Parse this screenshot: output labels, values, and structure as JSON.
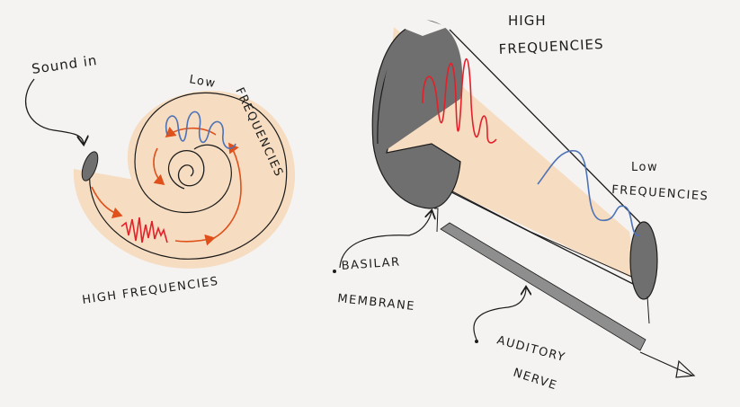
{
  "labels": {
    "sound_in": "Sound in",
    "low_freq_line1": "Low",
    "low_freq_line2": "FREQUENCIES",
    "high_freq_cochlea": "HIGH FREQUENCIES",
    "high_freq_top_line1": "HIGH",
    "high_freq_top_line2": "FREQUENCIES",
    "low_freq_right_line1": "Low",
    "low_freq_right_line2": "FREQUENCIES",
    "basilar_line1": "BASILAR",
    "basilar_line2": "MEMBRANE",
    "auditory_line1": "AUDITORY",
    "auditory_line2": "NERVE"
  },
  "colors": {
    "background": "#f4f3f1",
    "tissue": "#f6dcc0",
    "tissue_light": "#f7e1c8",
    "gray_oval": "#6f6f6f",
    "outline": "#1c1c1c",
    "high_wave": "#e3202a",
    "low_wave": "#4d72b6",
    "path_arrow": "#e0501a",
    "nerve": "#8e8e8e"
  }
}
